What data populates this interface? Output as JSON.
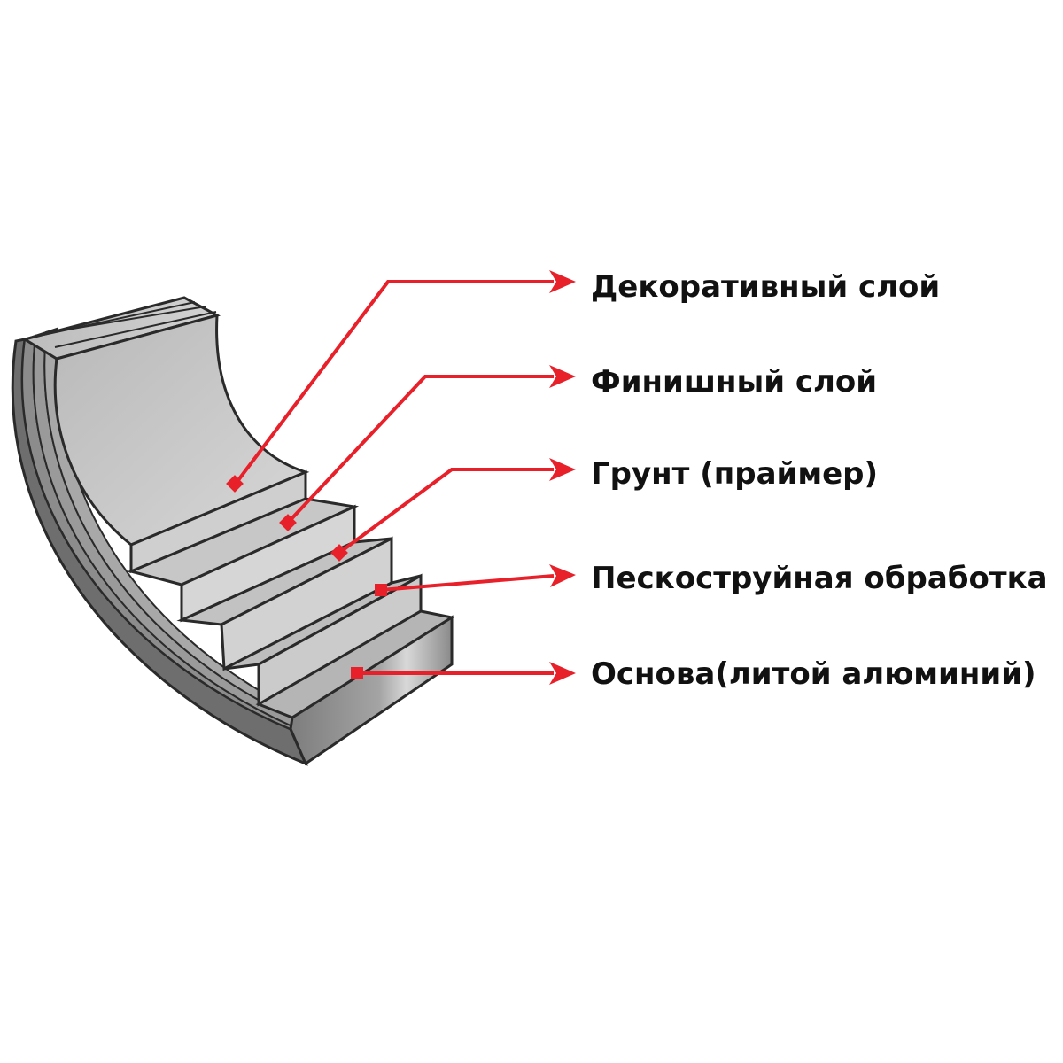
{
  "diagram": {
    "accent_color": "#e8202a",
    "layers": [
      {
        "label": "Декоративный слой"
      },
      {
        "label": "Финишный слой"
      },
      {
        "label": "Грунт (праймер)"
      },
      {
        "label": "Пескоструйная обработка"
      },
      {
        "label": "Основа(литой алюминий)"
      }
    ]
  }
}
